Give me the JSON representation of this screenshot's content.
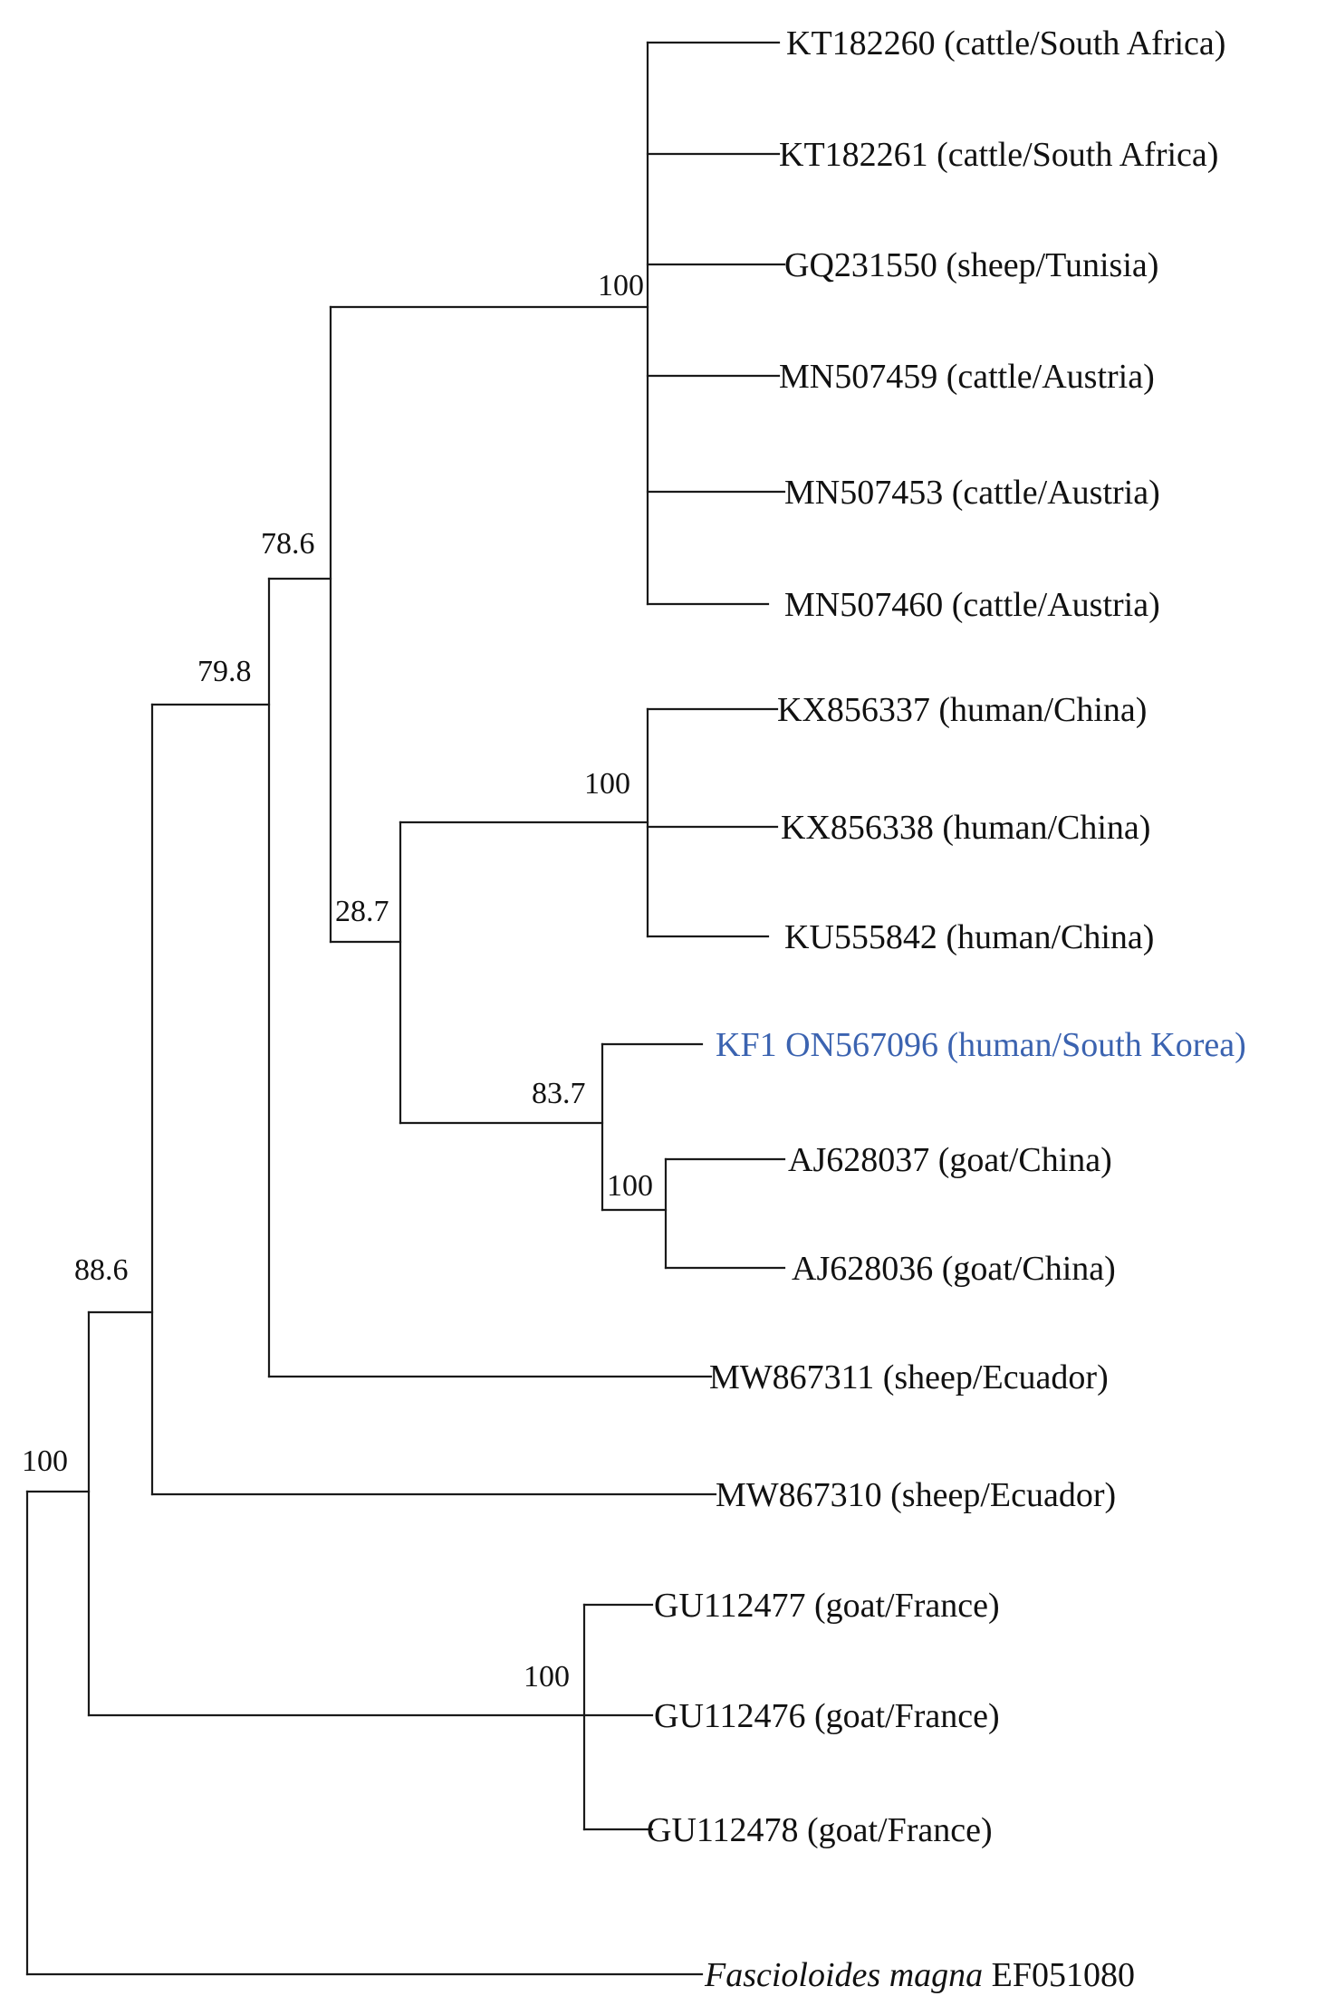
{
  "taxa": [
    {
      "id": "t1",
      "label": "KT182260 (cattle/South Africa)"
    },
    {
      "id": "t2",
      "label": "KT182261 (cattle/South Africa)"
    },
    {
      "id": "t3",
      "label": "GQ231550 (sheep/Tunisia)"
    },
    {
      "id": "t4",
      "label": "MN507459 (cattle/Austria)"
    },
    {
      "id": "t5",
      "label": "MN507453 (cattle/Austria)"
    },
    {
      "id": "t6",
      "label": "MN507460 (cattle/Austria)"
    },
    {
      "id": "t7",
      "label": "KX856337 (human/China)"
    },
    {
      "id": "t8",
      "label": "KX856338 (human/China)"
    },
    {
      "id": "t9",
      "label": "KU555842 (human/China)"
    },
    {
      "id": "t10",
      "label": "KF1 ON567096 (human/South Korea)",
      "highlight": true
    },
    {
      "id": "t11",
      "label": "AJ628037 (goat/China)"
    },
    {
      "id": "t12",
      "label": "AJ628036 (goat/China)"
    },
    {
      "id": "t13",
      "label": "MW867311 (sheep/Ecuador)"
    },
    {
      "id": "t14",
      "label": "MW867310 (sheep/Ecuador)"
    },
    {
      "id": "t15",
      "label": "GU112477 (goat/France)"
    },
    {
      "id": "t16",
      "label": "GU112476 (goat/France)"
    },
    {
      "id": "t17",
      "label": "GU112478 (goat/France)"
    },
    {
      "id": "t18",
      "label_italic": "Fascioloides magna",
      "label_rest": " EF051080"
    }
  ],
  "support_values": {
    "root": "100",
    "n_ingroup": "88.6",
    "n_gu_clade": "100",
    "n_a": "79.8",
    "n_b": "78.6",
    "n_cattle_clade": "100",
    "n_c": "28.7",
    "n_china_human_clade": "100",
    "n_korea_clade": "83.7",
    "n_goat_china_clade": "100"
  },
  "colors": {
    "highlight_label": "#3b63b0",
    "branch": "#1a1a1a"
  }
}
